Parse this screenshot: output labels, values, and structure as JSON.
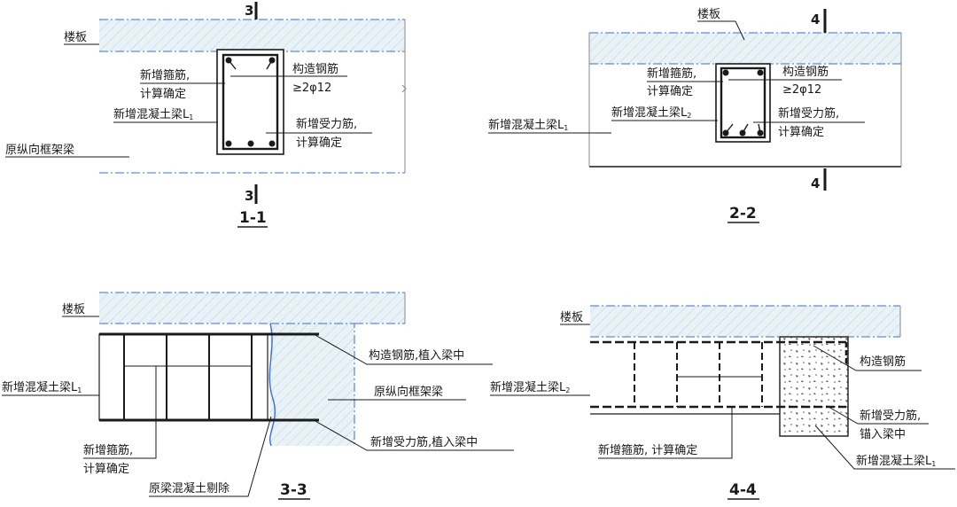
{
  "colors": {
    "line": "#1a1a1a",
    "centerline": "#3a6fd8",
    "slab_fill": "#e8f2f7",
    "hatch": "#bcd0dc"
  },
  "sections": {
    "s11": {
      "caption": "1-1",
      "cut_mark": "3",
      "labels": {
        "slab": "楼板",
        "stirrup_1": "新增箍筋,",
        "stirrup_2": "计算确定",
        "construct_1": "构造钢筋",
        "construct_2": "≥2φ12",
        "new_beam": "新增混凝土梁L",
        "new_beam_sub": "1",
        "main_bar_1": "新增受力筋,",
        "main_bar_2": "计算确定",
        "orig_beam": "原纵向框架梁"
      }
    },
    "s22": {
      "caption": "2-2",
      "cut_mark": "4",
      "labels": {
        "slab": "楼板",
        "stirrup_1": "新增箍筋,",
        "stirrup_2": "计算确定",
        "construct_1": "构造钢筋",
        "construct_2": "≥2φ12",
        "new_beam": "新增混凝土梁L",
        "new_beam_sub": "2",
        "main_bar_1": "新增受力筋,",
        "main_bar_2": "计算确定",
        "left_beam": "新增混凝土梁L",
        "left_beam_sub": "1"
      }
    },
    "s33": {
      "caption": "3-3",
      "labels": {
        "slab": "楼板",
        "new_beam": "新增混凝土梁L",
        "new_beam_sub": "1",
        "construct": "构造钢筋,植入梁中",
        "orig_beam": "原纵向框架梁",
        "main_bar": "新增受力筋,植入梁中",
        "stirrup_1": "新增箍筋,",
        "stirrup_2": "计算确定",
        "removed": "原梁混凝土剔除"
      }
    },
    "s44": {
      "caption": "4-4",
      "labels": {
        "slab": "楼板",
        "construct": "构造钢筋",
        "new_beam_left": "新增混凝土梁L",
        "new_beam_left_sub": "2",
        "main_bar_1": "新增受力筋,",
        "main_bar_2": "锚入梁中",
        "stirrup": "新增箍筋, 计算确定",
        "new_beam_right": "新增混凝土梁L",
        "new_beam_right_sub": "1"
      }
    }
  }
}
